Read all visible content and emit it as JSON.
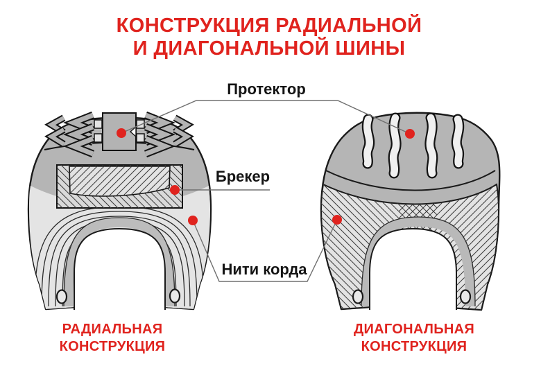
{
  "title": {
    "line1": "КОНСТРУКЦИЯ РАДИАЛЬНОЙ",
    "line2": "И ДИАГОНАЛЬНОЙ ШИНЫ"
  },
  "callouts": {
    "tread": {
      "label": "Протектор"
    },
    "breaker": {
      "label": "Брекер"
    },
    "cords": {
      "label": "Нити корда"
    }
  },
  "figures": {
    "left": {
      "caption_line1": "РАДИАЛЬНАЯ",
      "caption_line2": "КОНСТРУКЦИЯ"
    },
    "right": {
      "caption_line1": "ДИАГОНАЛЬНАЯ",
      "caption_line2": "КОНСТРУКЦИЯ"
    }
  },
  "colors": {
    "accent_red": "#e0231e",
    "label_black": "#141414",
    "tire_gray": "#b5b5b5",
    "ply_light": "#e4e4e4",
    "hatch_bg": "#d9d9d9",
    "outline": "#1a1a1a",
    "leader_line": "#707070",
    "groove_white": "#f0f0f0",
    "liner_gray": "#bcbcbc",
    "bead_hole": "#e8e8e8",
    "background": "#ffffff"
  }
}
